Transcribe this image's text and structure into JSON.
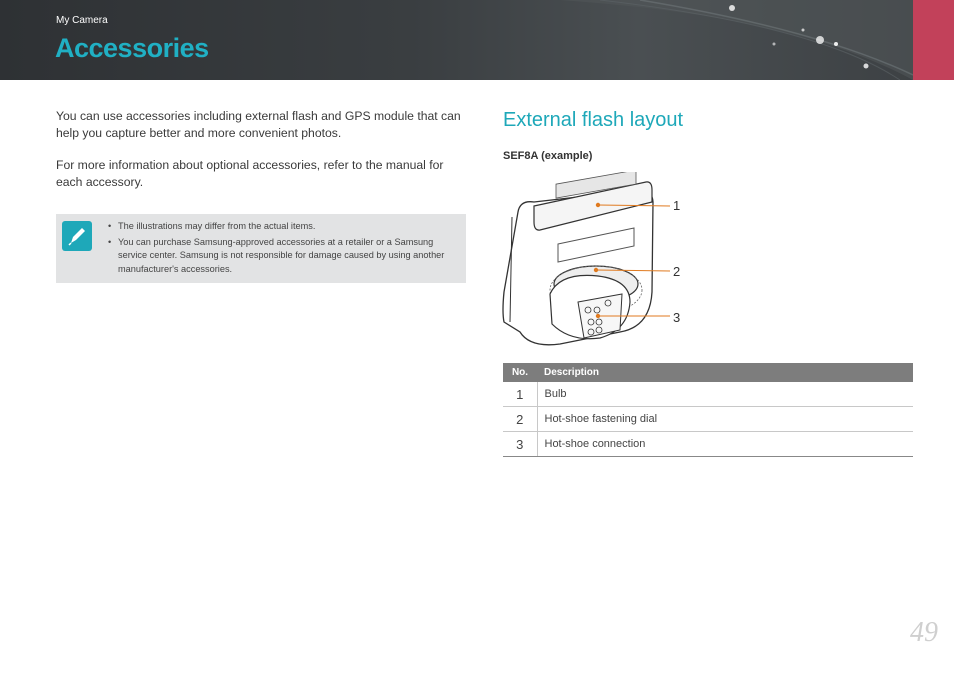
{
  "header": {
    "section": "My Camera",
    "title": "Accessories",
    "accent_color": "#c2415a",
    "title_color": "#20b0c4"
  },
  "intro": {
    "paragraph_1": "You can use accessories including external flash and GPS module that can help you capture better and more convenient photos.",
    "paragraph_2": "For more information about optional accessories, refer to the manual for each accessory."
  },
  "note": {
    "icon": "pencil-note-icon",
    "items": [
      "The illustrations may differ from the actual items.",
      "You can purchase Samsung-approved accessories at a retailer or a Samsung service center. Samsung is not responsible for damage caused by using another manufacturer's accessories."
    ]
  },
  "flash_section": {
    "heading": "External flash layout",
    "model": "SEF8A (example)",
    "callouts": [
      "1",
      "2",
      "3"
    ]
  },
  "parts_table": {
    "headers": [
      "No.",
      "Description"
    ],
    "rows": [
      {
        "no": "1",
        "description": "Bulb"
      },
      {
        "no": "2",
        "description": "Hot-shoe fastening dial"
      },
      {
        "no": "3",
        "description": "Hot-shoe connection"
      }
    ]
  },
  "page_number": "49"
}
